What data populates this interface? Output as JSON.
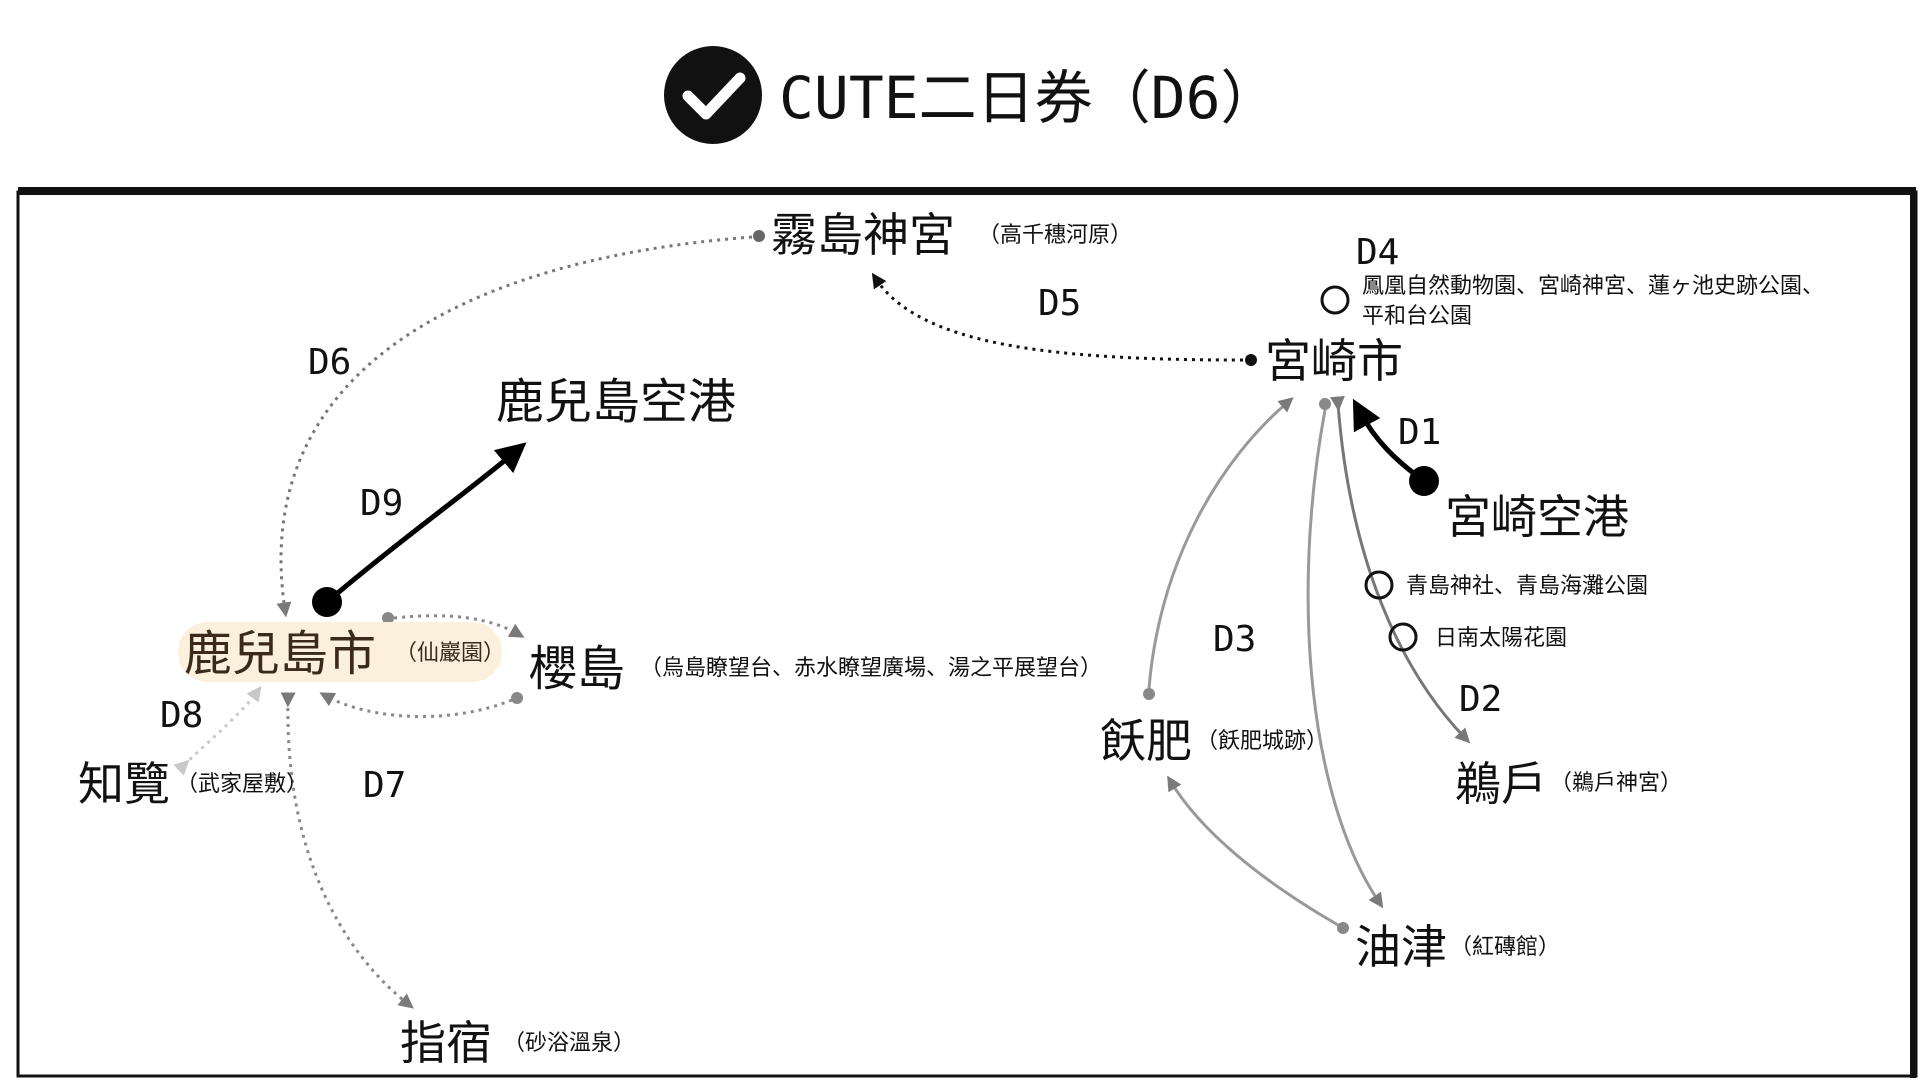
{
  "title": "CUTE二日券（D6）",
  "colors": {
    "highlight": "#fbf0dc",
    "city_text": "#3b2a1a",
    "gray_arrow": "#8a8a8a"
  },
  "places": {
    "kirishima": {
      "name": "霧島神宮",
      "detail": "（高千穗河原）"
    },
    "miyazaki_city": {
      "name": "宮崎市"
    },
    "kagoshima_airport": {
      "name": "鹿兒島空港"
    },
    "kagoshima_city": {
      "name": "鹿兒島市",
      "detail": "（仙巖園）"
    },
    "sakurajima": {
      "name": "櫻島",
      "detail": "（烏島瞭望台、赤水瞭望廣場、湯之平展望台）"
    },
    "chiran": {
      "name": "知覽",
      "detail": "（武家屋敷）"
    },
    "ibusuki": {
      "name": "指宿",
      "detail": "（砂浴溫泉）"
    },
    "miyazaki_airport": {
      "name": "宮崎空港"
    },
    "obi": {
      "name": "飫肥",
      "detail": "（飫肥城跡）"
    },
    "udo": {
      "name": "鵜戶",
      "detail": "（鵜戶神宮）"
    },
    "aburatsu": {
      "name": "油津",
      "detail": "（紅磚館）"
    }
  },
  "days": {
    "d1": "D1",
    "d2": "D2",
    "d3": "D3",
    "d4": "D4",
    "d5": "D5",
    "d6": "D6",
    "d7": "D7",
    "d8": "D8",
    "d9": "D9"
  },
  "notes": {
    "d4_line1": "鳳凰自然動物園、宮崎神宮、蓮ヶ池史跡公園、",
    "d4_line2": "平和台公園",
    "aoshima": "青島神社、青島海灘公園",
    "nichinan": "日南太陽花園"
  }
}
